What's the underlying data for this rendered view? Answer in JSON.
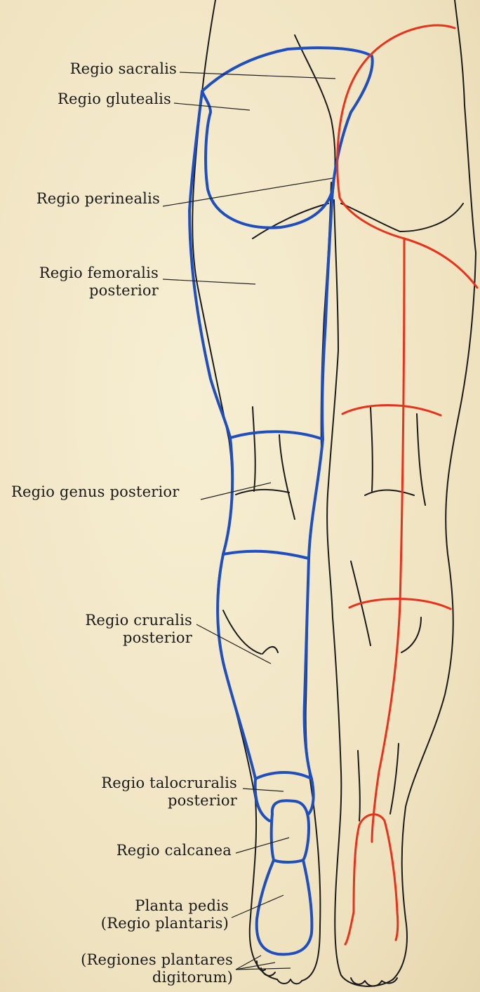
{
  "labels": {
    "sacralis": "Regio sacralis",
    "glutealis": "Regio glutealis",
    "perinealis": "Regio perinealis",
    "femoralis_1": "Regio femoralis",
    "femoralis_2": "posterior",
    "genus": "Regio genus posterior",
    "cruralis_1": "Regio cruralis",
    "cruralis_2": "posterior",
    "talocruralis_1": "Regio talocruralis",
    "talocruralis_2": "posterior",
    "calcanea": "Regio calcanea",
    "planta_1": "Planta pedis",
    "planta_2": "(Regio plantaris)",
    "digitorum_1": "(Regiones plantares",
    "digitorum_2": "digitorum)"
  },
  "colors": {
    "region_outline_left": "#1f4fbf",
    "region_lines_right": "#e8321c",
    "body_outline": "#1a1a1a",
    "paper": "#f3e9c9"
  }
}
